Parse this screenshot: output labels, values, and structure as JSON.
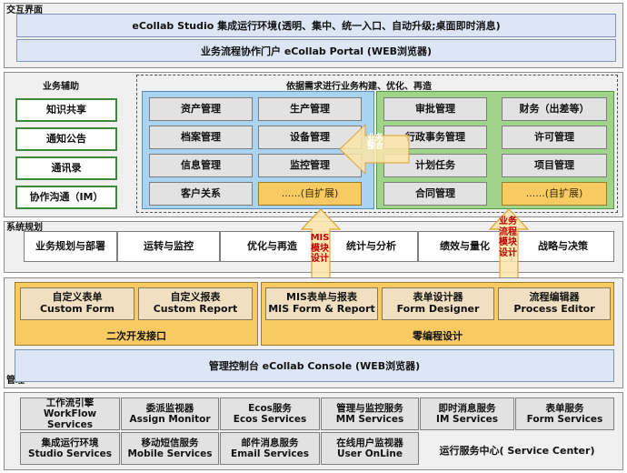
{
  "layer1": {
    "title": "交互界面",
    "studio_bar": "eCollab Studio 集成运行环境(透明、集中、统一入口、自动升级;桌面即时消息)",
    "portal_bar": "业务流程协作门户 eCollab Portal (WEB浏览器)"
  },
  "layer2": {
    "title": "业务辅助",
    "aux_items": [
      "知识共享",
      "通知公告",
      "通讯录",
      "协作沟通（IM）"
    ],
    "build_title": "依据需求进行业务构建、优化、再造",
    "blue_grid": [
      "资产管理",
      "生产管理",
      "档案管理",
      "设备管理",
      "信息管理",
      "监控管理",
      "客户关系",
      "......(自扩展)"
    ],
    "green_grid": [
      "审批管理",
      "财务（出差等）",
      "行政事务管理",
      "许可管理",
      "计划任务",
      "项目管理",
      "合同管理",
      "......(自扩展)"
    ],
    "arrow_label": "业务整合"
  },
  "layer3": {
    "title": "系统规划",
    "items": [
      "业务规划与部署",
      "运转与监控",
      "优化与再造",
      "统计与分析",
      "绩效与量化",
      "战略与决策"
    ],
    "mis_arrow": "MIS模块设计",
    "flow_arrow": "业务流程模块设计"
  },
  "layer4": {
    "title": "管理",
    "custom_form": [
      "自定义表单",
      "Custom Form"
    ],
    "custom_report": [
      "自定义报表",
      "Custom Report"
    ],
    "secondary_dev": "二次开发接口",
    "mis_form": [
      "MIS表单与报表",
      "MIS Form & Report"
    ],
    "form_designer": [
      "表单设计器",
      "Form Designer"
    ],
    "process_editor": [
      "流程编辑器",
      "Process Editor"
    ],
    "zero_code": "零编程设计",
    "console_bar": "管理控制台 eCollab Console (WEB浏览器)"
  },
  "layer5": {
    "services": [
      [
        "工作流引擎",
        "WorkFlow Services"
      ],
      [
        "委派监视器",
        "Assign Monitor"
      ],
      [
        "Ecos服务",
        "Ecos Services"
      ],
      [
        "管理与监控服务",
        "MM Services"
      ],
      [
        "即时消息服务",
        "IM Services"
      ],
      [
        "表单服务",
        "Form Services"
      ],
      [
        "集成运行环境",
        "Studio Services"
      ],
      [
        "移动短信服务",
        "Mobile Services"
      ],
      [
        "邮件消息服务",
        "Email Services"
      ],
      [
        "在线用户监视器",
        "User OnLine"
      ]
    ],
    "center_label": "运行服务中心( Service Center)"
  },
  "colors": {
    "blue_group": "#a9d3f0",
    "green_group": "#9fd48a",
    "arrow_fill": "#fde5a8",
    "arrow_stroke": "#e0a030",
    "service_bg": "#e8e8e8"
  }
}
